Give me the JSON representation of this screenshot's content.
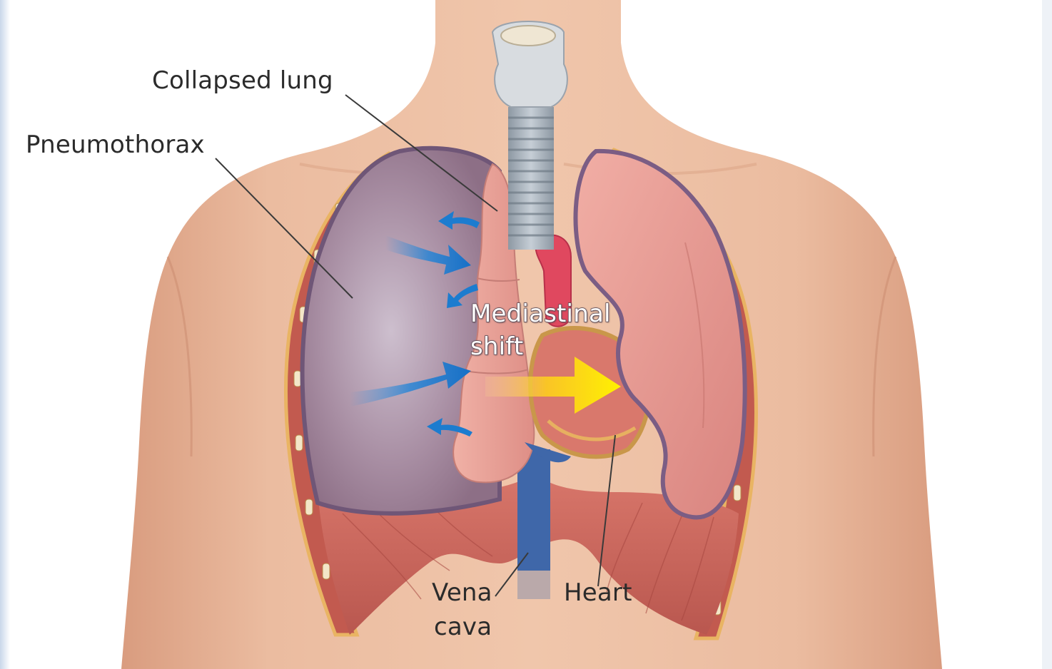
{
  "figure": {
    "labels": {
      "collapsed_lung": "Collapsed lung",
      "pneumothorax": "Pneumothorax",
      "mediastinal_shift_line1": "Mediastinal",
      "mediastinal_shift_line2": "shift",
      "vena_cava_line1": "Vena",
      "vena_cava_line2": "cava",
      "heart": "Heart"
    },
    "colors": {
      "skin": "#e7b497",
      "skin_shadow": "#d89a7c",
      "pneumothorax_space": "#9f8296",
      "collapsed_lung": "#e9a498",
      "healthy_lung": "#e59a93",
      "pleura_outline": "#7b5d84",
      "trachea": "#a9b3bd",
      "diaphragm": "#c9685d",
      "vena_cava": "#3d66a8",
      "aorta": "#e0465e",
      "air_arrow": "#1c7ccf",
      "shift_arrow": "#ffe000",
      "leader_line": "#3a3a3a",
      "background_edge": "#dfe6f0"
    },
    "icons": [
      "air-flow-arrow",
      "mediastinal-shift-arrow"
    ]
  }
}
